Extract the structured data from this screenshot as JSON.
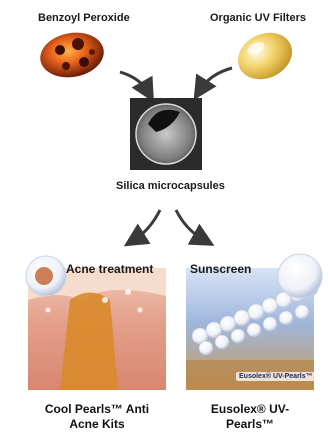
{
  "inputs": {
    "left_label": "Benzoyl Peroxide",
    "right_label": "Organic UV Filters"
  },
  "center": {
    "label": "Silica microcapsules"
  },
  "outputs": {
    "left_label": "Acne treatment",
    "right_label": "Sunscreen",
    "left_caption_line1": "Cool Pearls™ Anti",
    "left_caption_line2": "Acne Kits",
    "right_caption_line1": "Eusolex® UV-",
    "right_caption_line2": "Pearls™",
    "right_badge": "Eusolex® UV-Pearls™"
  },
  "colors": {
    "arrow": "#3a3a3a",
    "bp_orange": "#e8641a",
    "uv_yellow": "#f2d26a",
    "skin_tan": "#d9a46a",
    "pearl_white": "#f4f6fb"
  }
}
